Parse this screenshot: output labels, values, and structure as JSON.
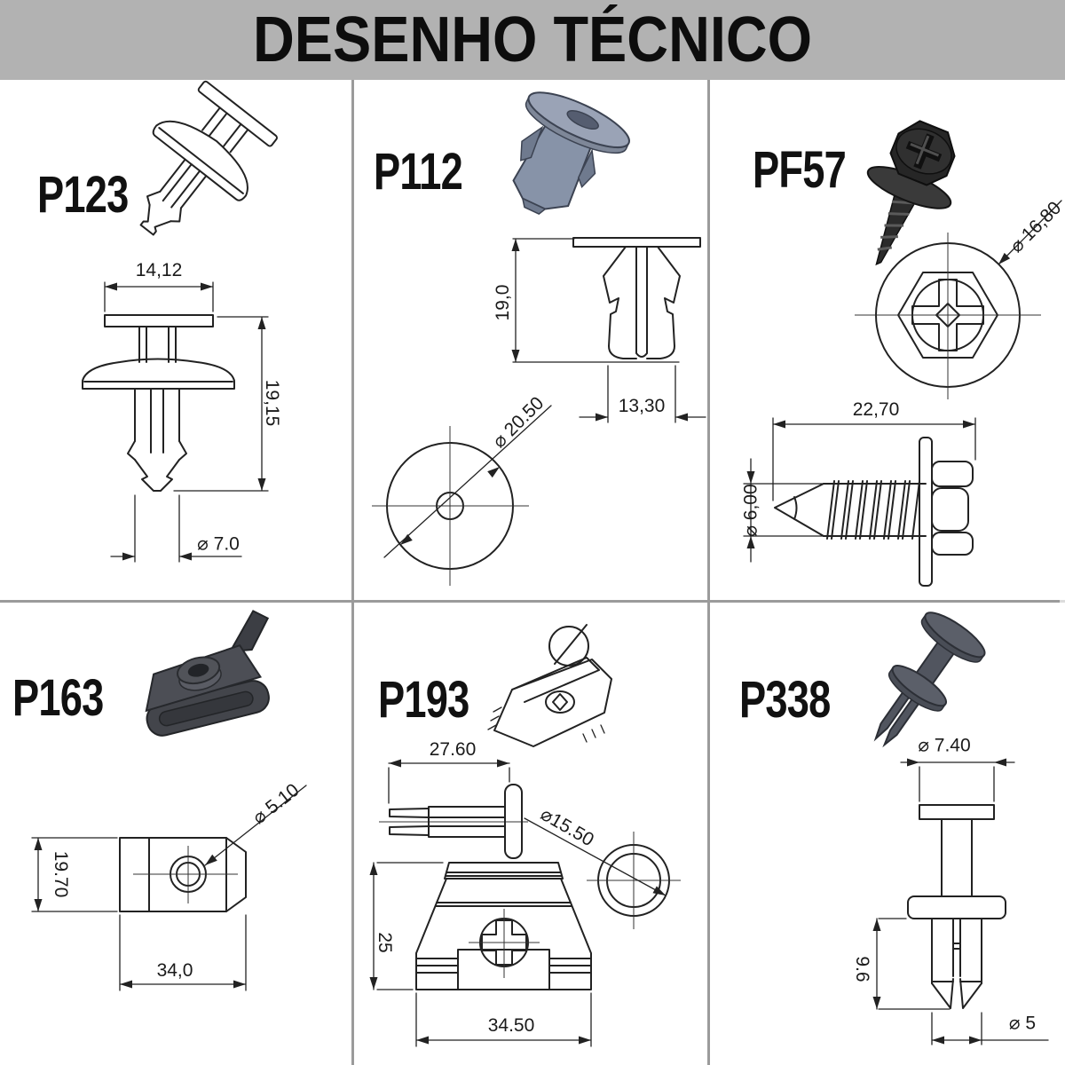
{
  "title": "DESENHO TÉCNICO",
  "colors": {
    "title_band": "#b2b2b2",
    "divider": "#9b9b9b",
    "ink": "#222222",
    "p112_body": "#8793a8",
    "pf57_body": "#262626",
    "p163_body": "#46484e",
    "p338_body": "#51555f"
  },
  "panels": [
    {
      "id": "p123",
      "part_number": "P123",
      "icon": "push-pin-rivet-3d-icon",
      "dims": {
        "head_width": "14,12",
        "total_height": "19,15",
        "stem_diameter": "⌀ 7.0"
      }
    },
    {
      "id": "p112",
      "part_number": "P112",
      "icon": "screw-grommet-3d-icon",
      "dims": {
        "height": "19,0",
        "body_width": "13,30",
        "flange_diameter": "⌀ 20.50"
      }
    },
    {
      "id": "pf57",
      "part_number": "PF57",
      "icon": "hex-washer-screw-3d-icon",
      "dims": {
        "washer_diameter": "⌀ 16,80",
        "length": "22,70",
        "thread_diameter": "⌀ 6,00"
      }
    },
    {
      "id": "p163",
      "part_number": "P163",
      "icon": "u-nut-clip-3d-icon",
      "dims": {
        "hole_diameter": "⌀ 5.10",
        "height": "19.70",
        "width": "34,0"
      }
    },
    {
      "id": "p193",
      "part_number": "P193",
      "icon": "wedge-clip-3d-icon",
      "dims": {
        "pin_length": "27.60",
        "ring_diameter": "⌀15.50",
        "body_height": "25",
        "body_width": "34.50"
      }
    },
    {
      "id": "p338",
      "part_number": "P338",
      "icon": "push-rivet-3d-icon",
      "dims": {
        "head_diameter": "⌀ 7.40",
        "leg_length": "9.6",
        "shank_diameter": "⌀ 5"
      }
    }
  ]
}
